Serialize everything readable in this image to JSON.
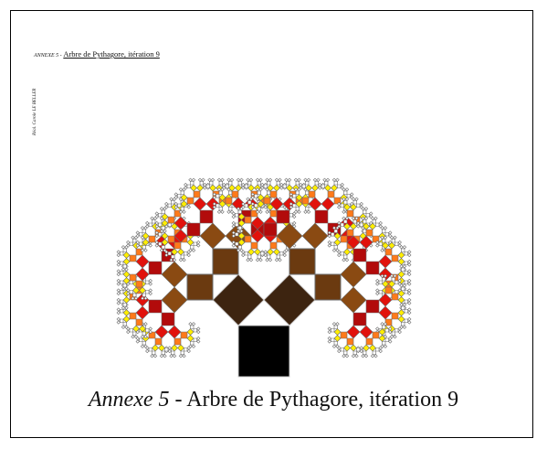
{
  "figure": {
    "inner_title_prefix": "ANNEXE 5 -",
    "inner_title_main": "Arbre de Pythagore, itération 9",
    "credit": "Réal. Carole LE BELLER"
  },
  "caption": {
    "annex": "Annexe 5",
    "separator": " - ",
    "text": "Arbre de Pythagore, itération 9"
  },
  "tree": {
    "iterations": 9,
    "level_colors": [
      "#000000",
      "#3d2410",
      "#6b3a10",
      "#8a4a12",
      "#b20b0b",
      "#e1120c",
      "#ff7a1a",
      "#ffee00",
      "#ffffff",
      "#ffffff"
    ]
  }
}
